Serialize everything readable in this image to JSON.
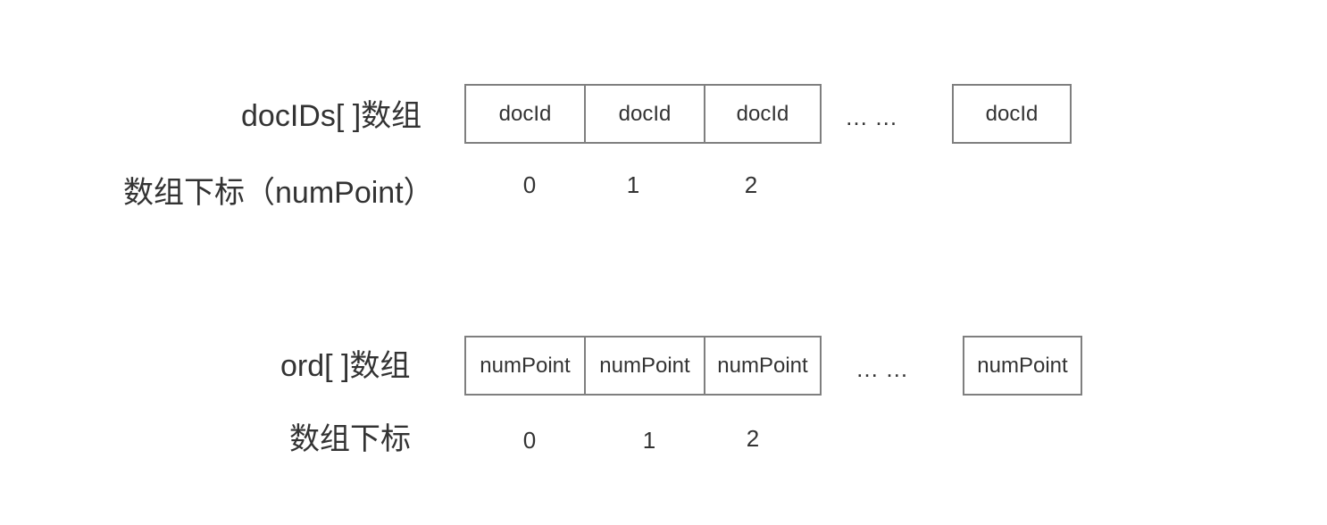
{
  "docids_array": {
    "label": "docIDs[ ]数组",
    "index_label": "数组下标（numPoint）",
    "cells": [
      "docId",
      "docId",
      "docId"
    ],
    "ellipsis": "… …",
    "last_cell": "docId",
    "indices": [
      "0",
      "1",
      "2"
    ]
  },
  "ord_array": {
    "label": "ord[ ]数组",
    "index_label": "数组下标",
    "cells": [
      "numPoint",
      "numPoint",
      "numPoint"
    ],
    "ellipsis": "… …",
    "last_cell": "numPoint",
    "indices": [
      "0",
      "1",
      "2"
    ]
  }
}
